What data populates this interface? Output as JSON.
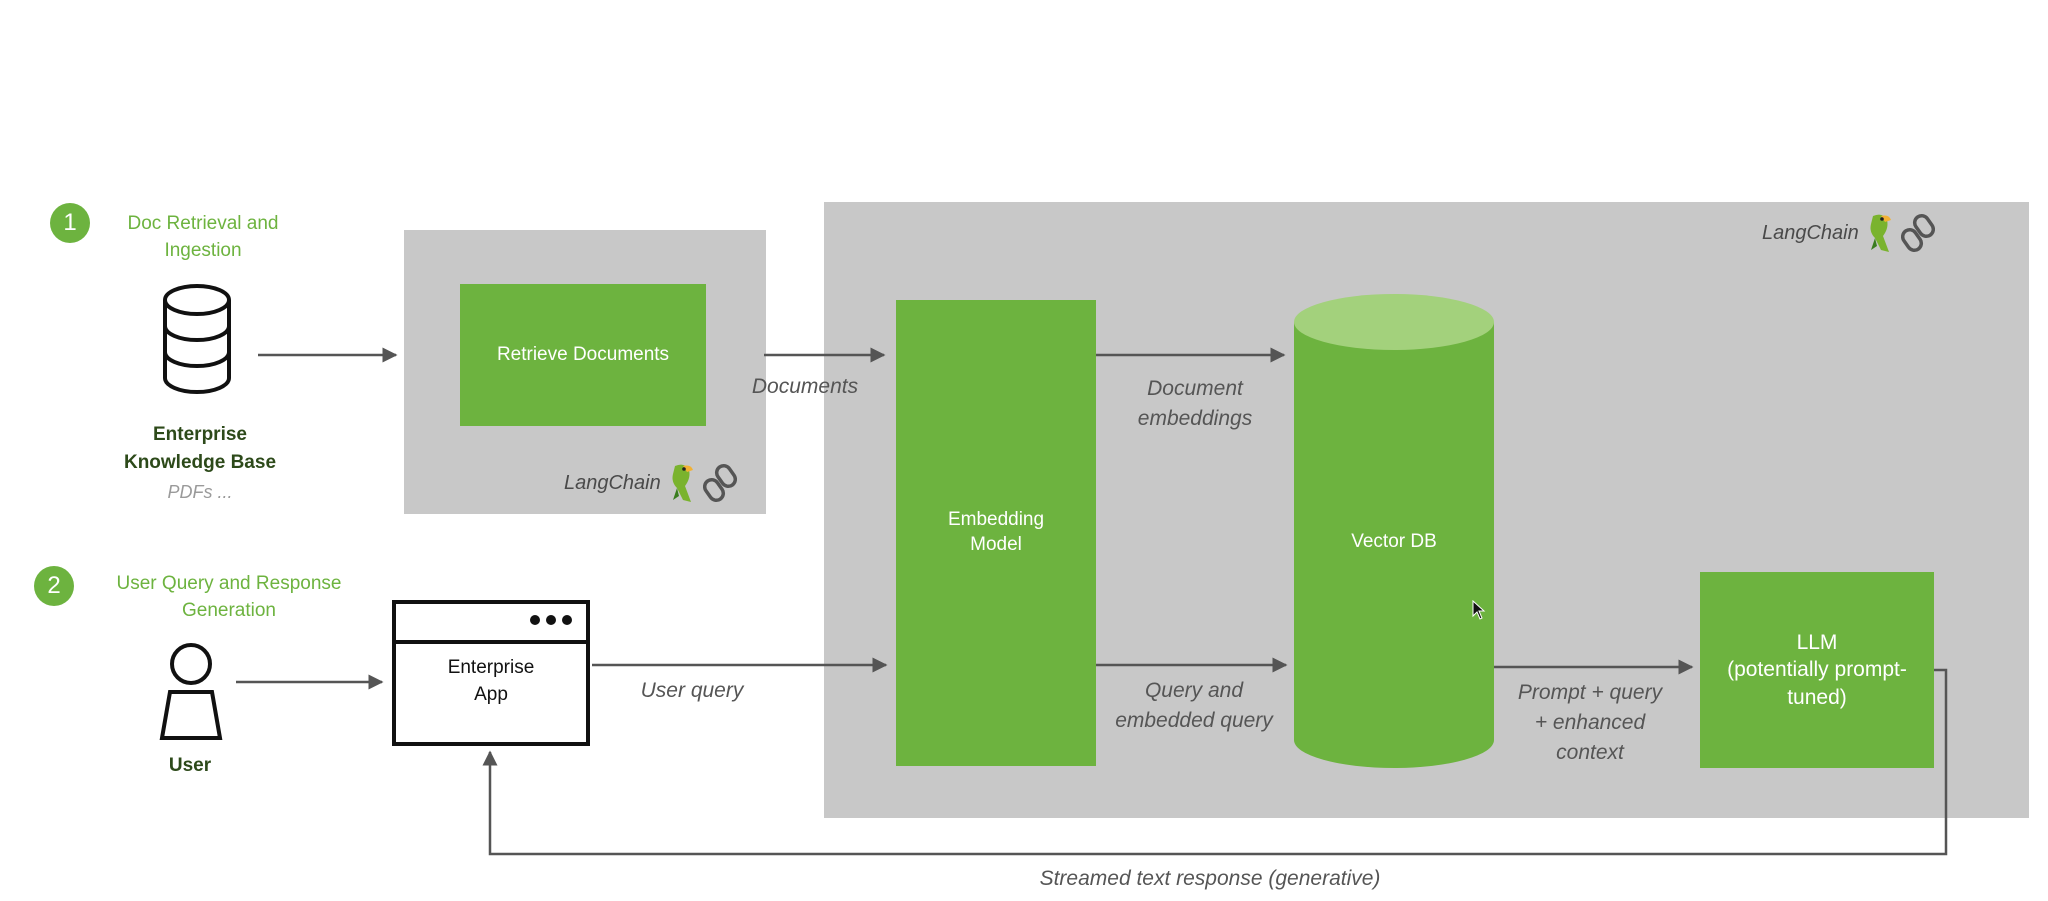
{
  "steps": [
    {
      "number": "1",
      "title": "Doc Retrieval and\nIngestion"
    },
    {
      "number": "2",
      "title": "User Query and Response\nGeneration"
    }
  ],
  "sources": {
    "knowledge_base": "Enterprise\nKnowledge Base",
    "knowledge_base_sub": "PDFs ...",
    "user": "User"
  },
  "boxes": {
    "retrieve": "Retrieve Documents",
    "embedding": "Embedding\nModel",
    "vectordb": "Vector DB",
    "llm": "LLM\n(potentially prompt-\ntuned)",
    "app": "Enterprise\nApp"
  },
  "edges": {
    "documents": "Documents",
    "doc_embeddings": "Document\nembeddings",
    "user_query": "User query",
    "query_embedded": "Query and\nembedded query",
    "prompt": "Prompt + query\n+ enhanced\ncontext",
    "response": "Streamed text response (generative)"
  },
  "brand": {
    "name": "LangChain",
    "parrot_icon": "parrot-icon",
    "chain_icon": "chain-link-icon"
  },
  "colors": {
    "accent": "#6db33f",
    "panel": "#c8c8c8",
    "arrow": "#555555"
  }
}
